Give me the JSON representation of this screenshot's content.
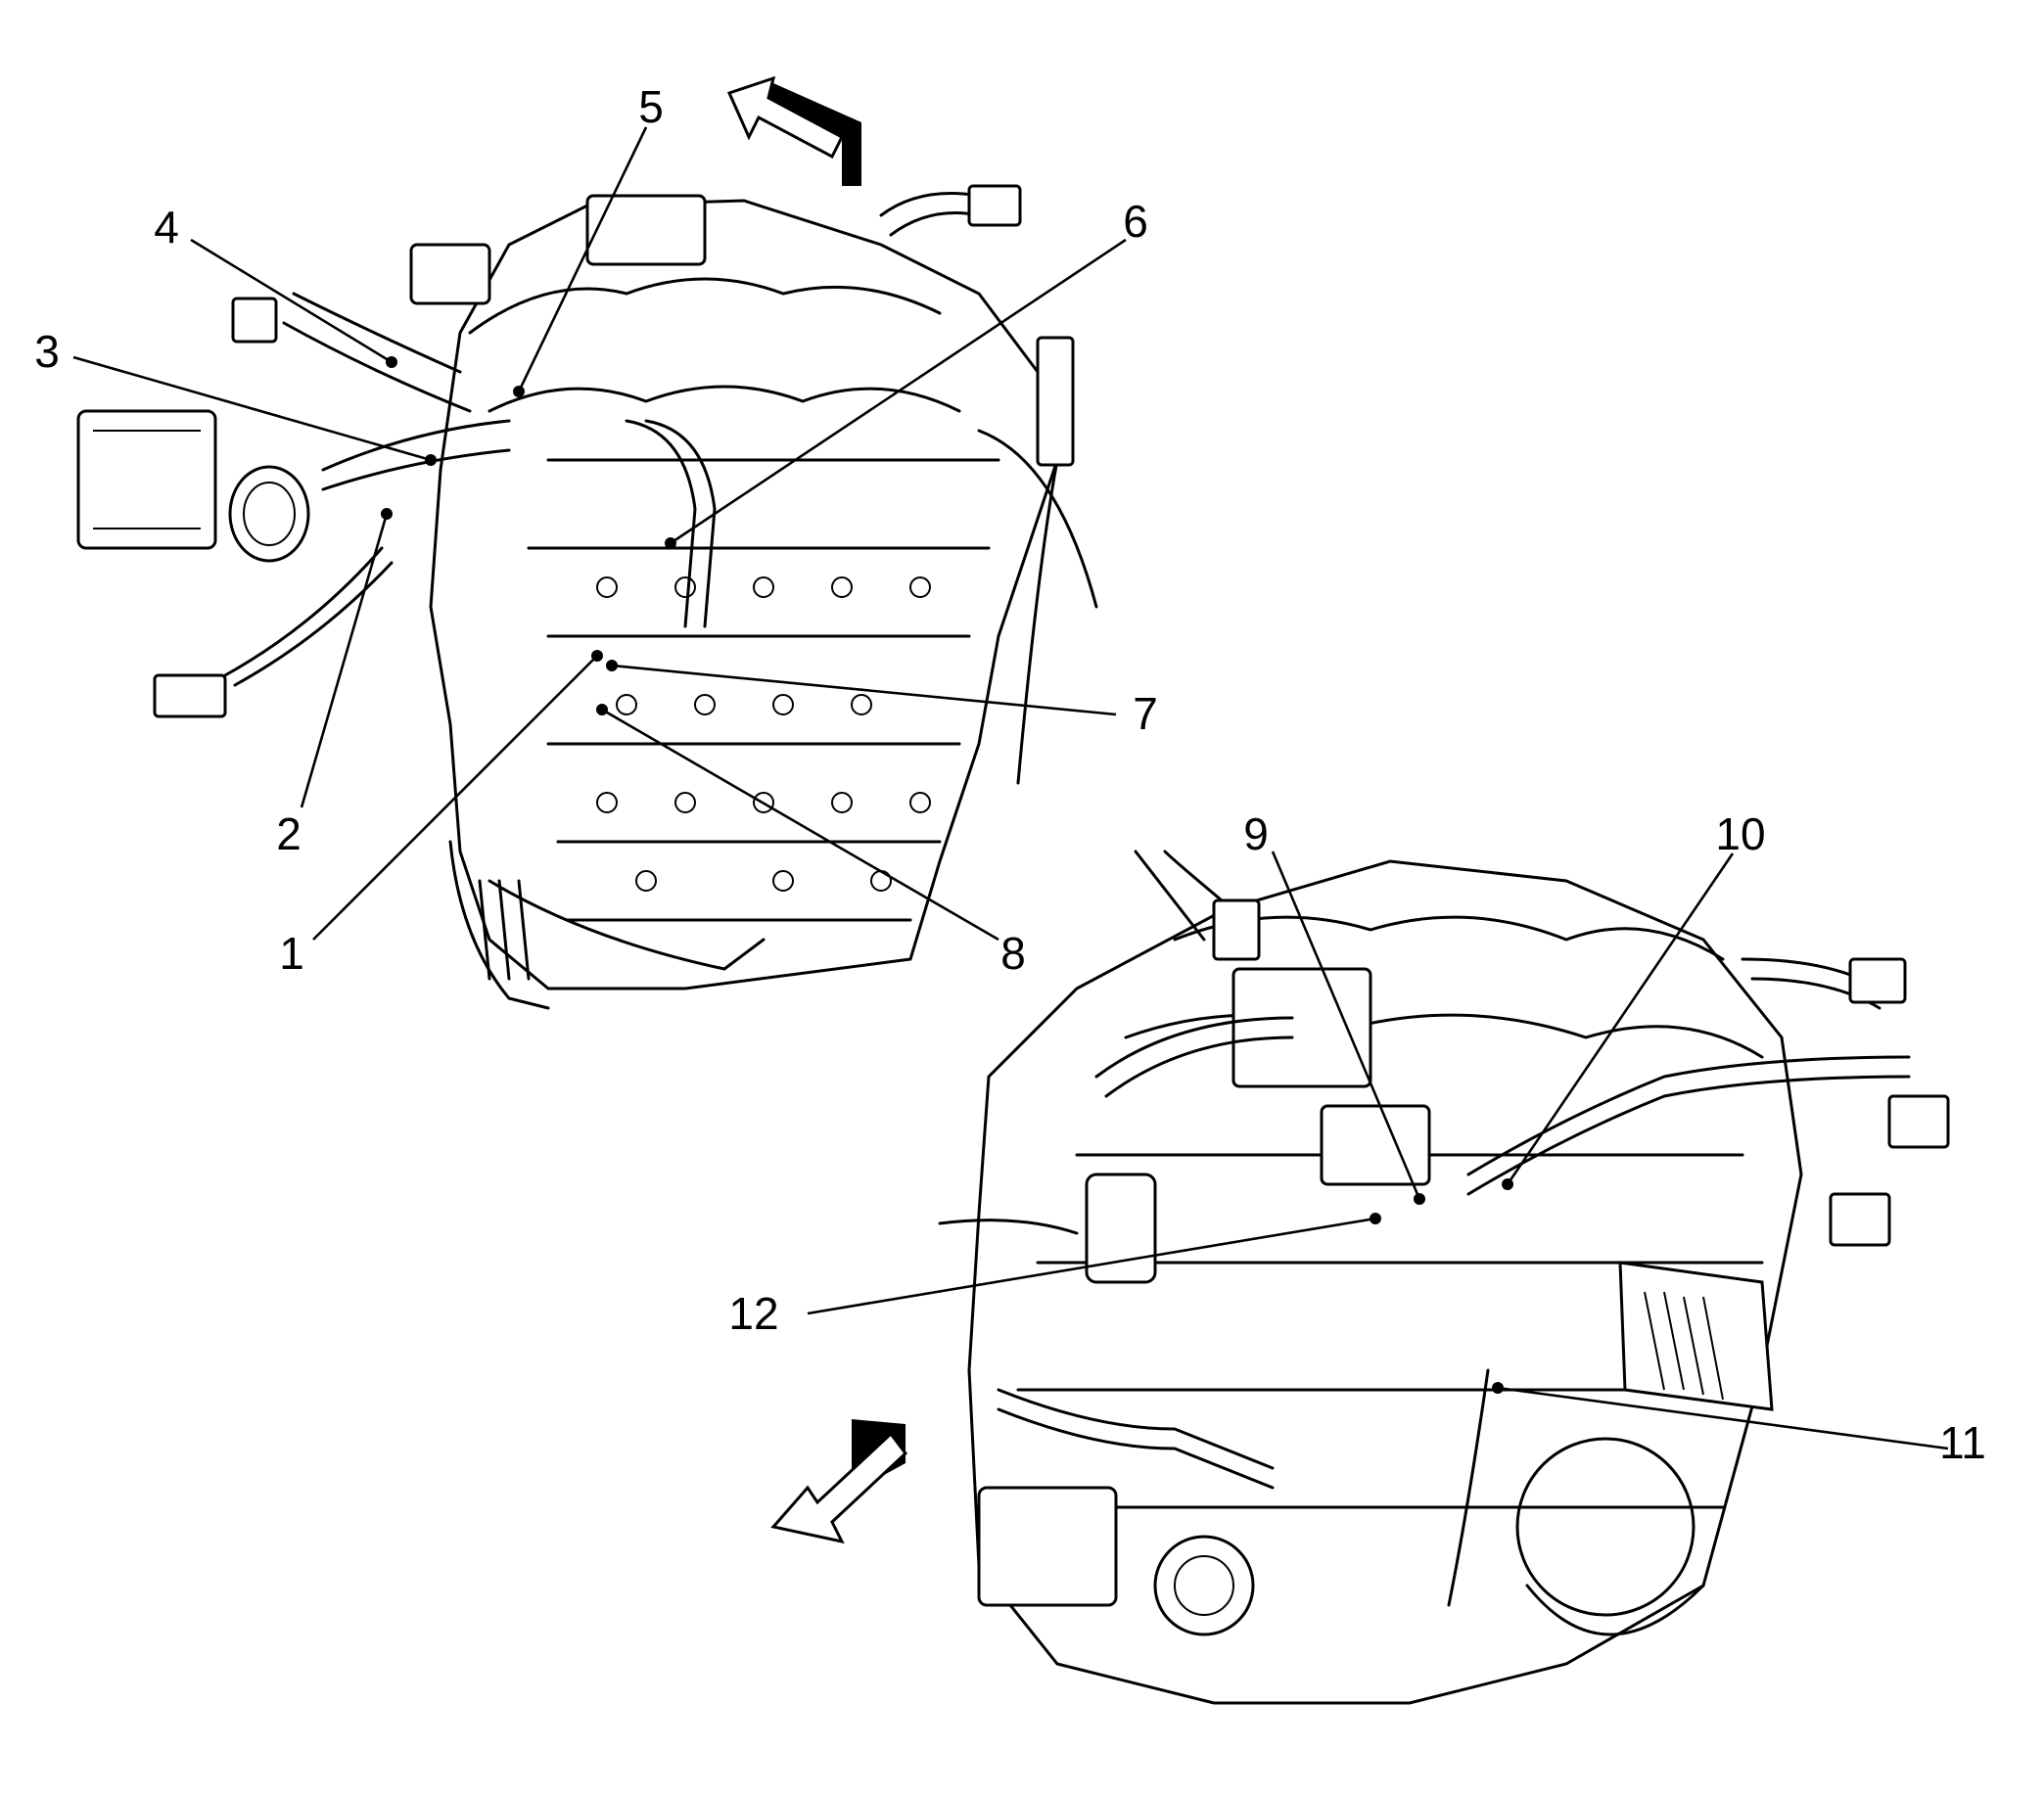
{
  "callouts": [
    {
      "id": "1",
      "label": "1"
    },
    {
      "id": "2",
      "label": "2"
    },
    {
      "id": "3",
      "label": "3"
    },
    {
      "id": "4",
      "label": "4"
    },
    {
      "id": "5",
      "label": "5"
    },
    {
      "id": "6",
      "label": "6"
    },
    {
      "id": "7",
      "label": "7"
    },
    {
      "id": "8",
      "label": "8"
    },
    {
      "id": "9",
      "label": "9"
    },
    {
      "id": "10",
      "label": "10"
    },
    {
      "id": "11",
      "label": "11"
    },
    {
      "id": "12",
      "label": "12"
    }
  ],
  "icons": {
    "top_arrow": "direction-arrow-icon",
    "bottom_arrow": "direction-arrow-icon"
  }
}
